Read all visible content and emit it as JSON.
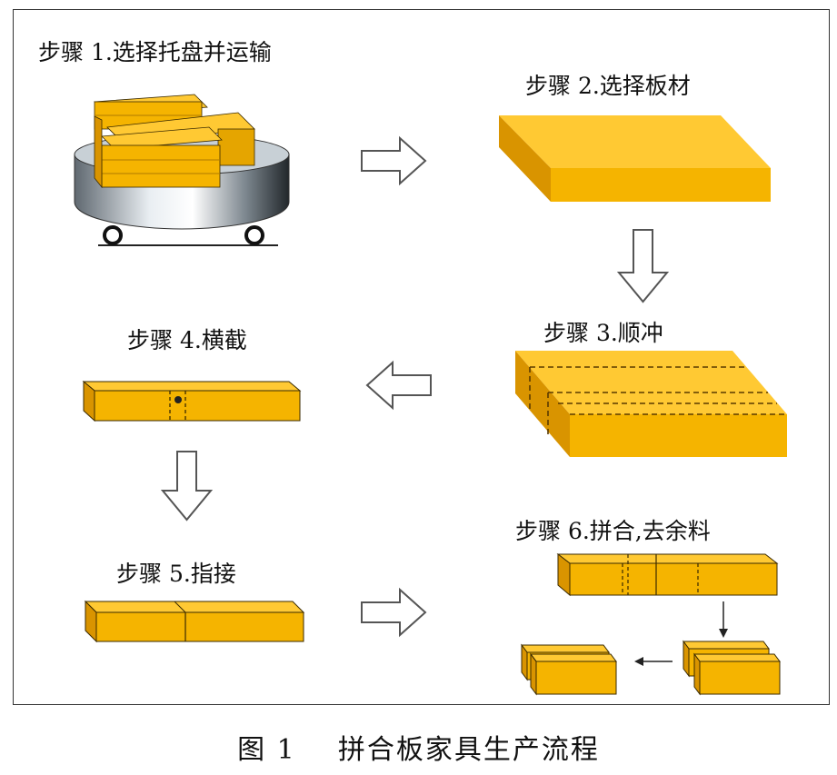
{
  "steps": [
    {
      "title": "步骤 1.选择托盘并运输"
    },
    {
      "title": "步骤 2.选择板材"
    },
    {
      "title": "步骤 3.顺冲"
    },
    {
      "title": "步骤 4.横截"
    },
    {
      "title": "步骤 5.指接"
    },
    {
      "title": "步骤 6.拼合,去余料"
    }
  ],
  "caption": "图 1    拼合板家具生产流程",
  "colors": {
    "wood_top": "#ffc933",
    "wood_front": "#f5b400",
    "wood_side": "#d99400",
    "outline": "#3a2a00",
    "frame": "#333333"
  }
}
